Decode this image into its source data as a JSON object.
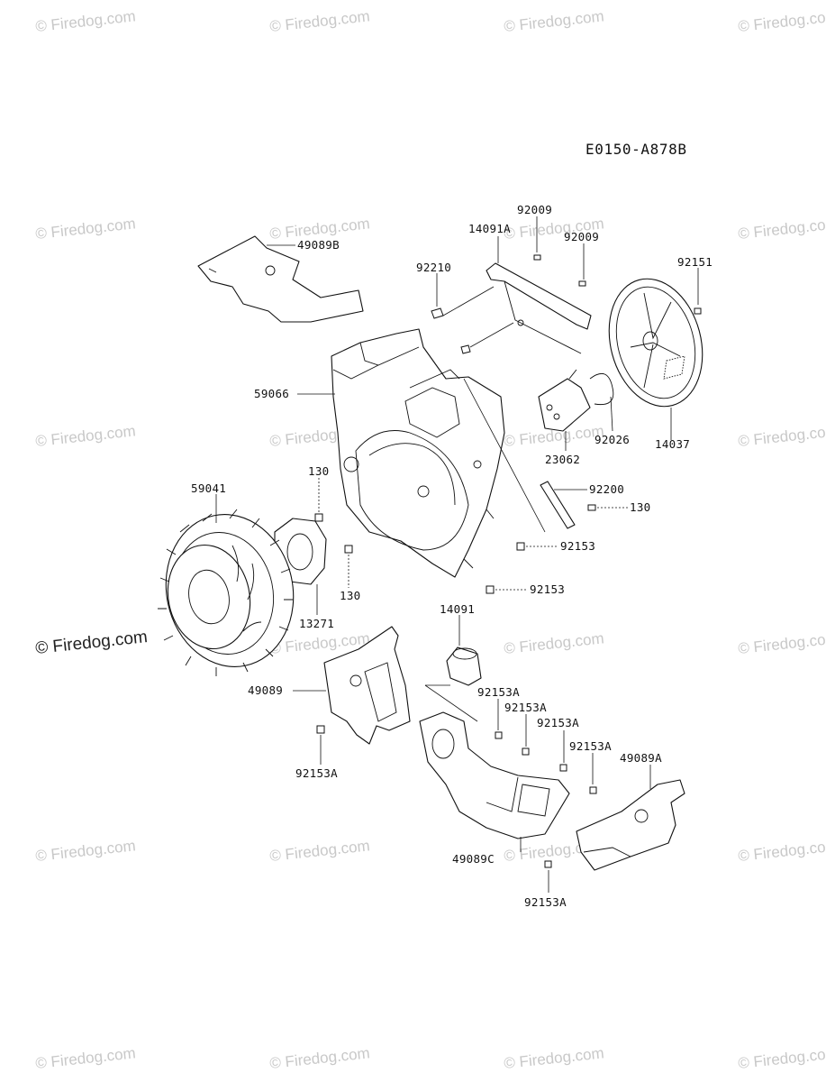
{
  "diagram": {
    "code": "E0150-A878B",
    "watermark": "© Firedog.com",
    "main_watermark": "© Firedog.com",
    "parts": {
      "p49089B": "49089B",
      "p92009a": "92009",
      "p14091A": "14091A",
      "p92009b": "92009",
      "p92210": "92210",
      "p92151": "92151",
      "p59066": "59066",
      "p92026": "92026",
      "p14037": "14037",
      "p23062": "23062",
      "p130a": "130",
      "p92200": "92200",
      "p130b": "130",
      "p59041": "59041",
      "p92153a": "92153",
      "p130c": "130",
      "p92153b": "92153",
      "p13271": "13271",
      "p14091": "14091",
      "p49089": "49089",
      "p92153A1": "92153A",
      "p92153A2": "92153A",
      "p92153A3": "92153A",
      "p92153A4": "92153A",
      "p49089A": "49089A",
      "p92153A5": "92153A",
      "p49089C": "49089C",
      "p92153A6": "92153A"
    }
  }
}
